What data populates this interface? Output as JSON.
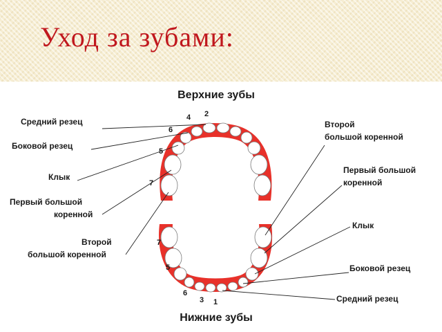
{
  "title": "Уход за зубами:",
  "diagram": {
    "upper_heading": "Верхние зубы",
    "lower_heading": "Нижние зубы",
    "upper_left_labels": {
      "central_incisor": "Средний резец",
      "lateral_incisor": "Боковой резец",
      "canine": "Клык",
      "first_molar_1": "Первый большой",
      "first_molar_2": "коренной",
      "second_molar_1": "Второй",
      "second_molar_2": "большой коренной"
    },
    "right_labels": {
      "second_molar_1": "Второй",
      "second_molar_2": "большой коренной",
      "first_molar_1": "Первый большой",
      "first_molar_2": "коренной",
      "canine": "Клык",
      "lateral_incisor": "Боковой резец",
      "central_incisor": "Средний резец"
    },
    "numbers": {
      "upper_2": "2",
      "upper_4": "4",
      "upper_6": "6",
      "upper_5": "5",
      "upper_7": "7",
      "lower_7": "7",
      "lower_5": "5",
      "lower_6": "6",
      "lower_3": "3",
      "lower_1": "1"
    },
    "colors": {
      "gum": "#e8312a",
      "tooth": "#ffffff",
      "title": "#c0181e"
    }
  }
}
